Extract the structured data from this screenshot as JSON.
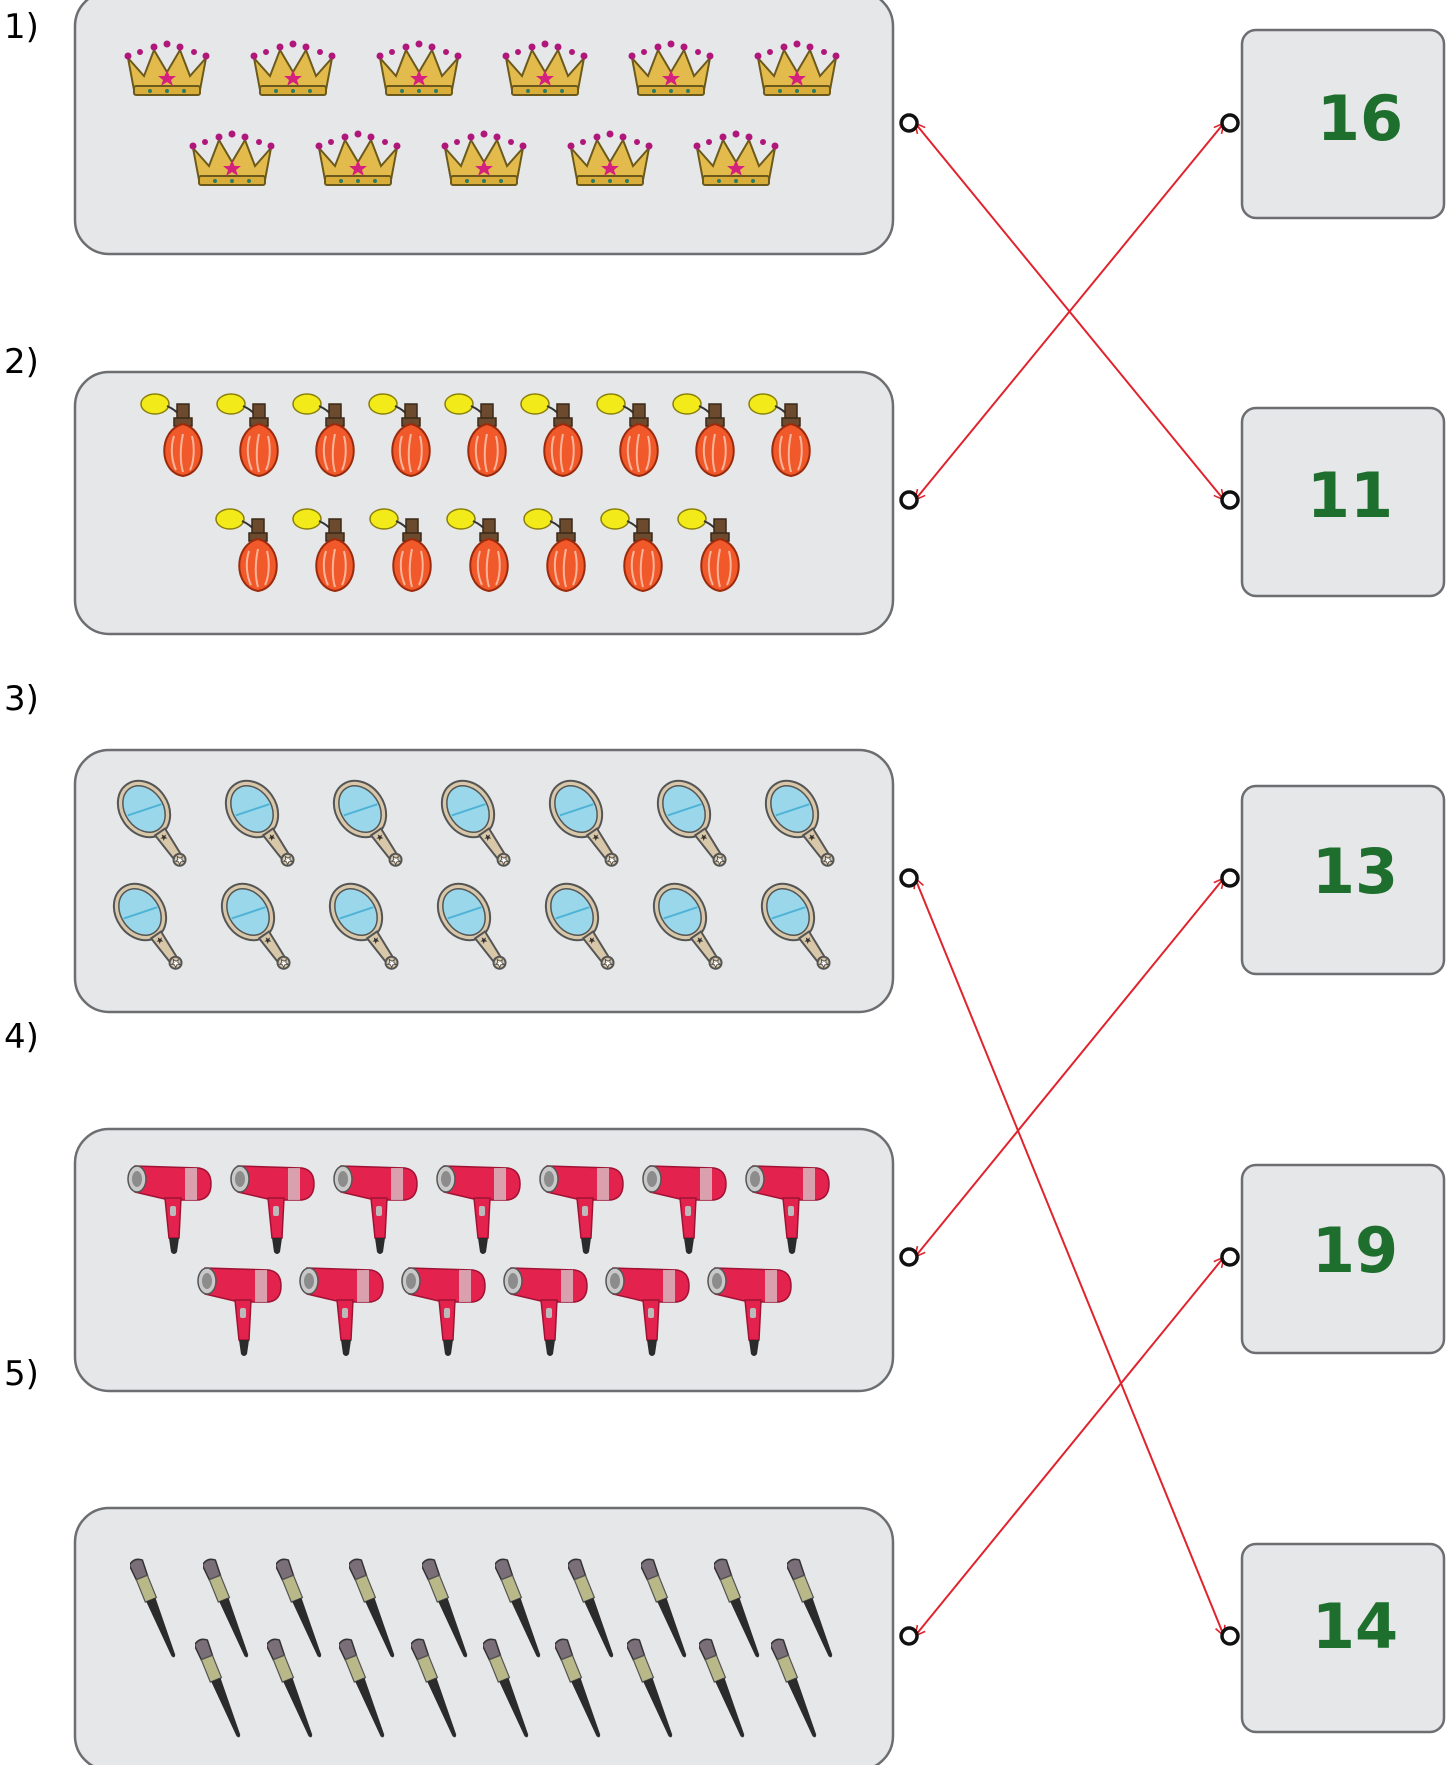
{
  "questions": [
    {
      "label": "1)",
      "item": "crown",
      "count": 11,
      "rows": [
        6,
        5
      ]
    },
    {
      "label": "2)",
      "item": "perfume-bottle",
      "count": 16,
      "rows": [
        9,
        7
      ]
    },
    {
      "label": "3)",
      "item": "hand-mirror",
      "count": 14,
      "rows": [
        7,
        7
      ]
    },
    {
      "label": "4)",
      "item": "hair-dryer",
      "count": 13,
      "rows": [
        7,
        6
      ]
    },
    {
      "label": "5)",
      "item": "makeup-brush",
      "count": 19,
      "rows": [
        10,
        9
      ]
    }
  ],
  "answers": [
    {
      "value": "16"
    },
    {
      "value": "11"
    },
    {
      "value": "13"
    },
    {
      "value": "19"
    },
    {
      "value": "14"
    }
  ],
  "connections": [
    {
      "question": 0,
      "answer": 1
    },
    {
      "question": 1,
      "answer": 0
    },
    {
      "question": 2,
      "answer": 4
    },
    {
      "question": 3,
      "answer": 2
    },
    {
      "question": 4,
      "answer": 3
    }
  ],
  "colors": {
    "box_fill": "#e6e7e8",
    "box_stroke": "#6d6e71",
    "number_text": "#1e6e2e",
    "connector_line": "#e0242e"
  }
}
